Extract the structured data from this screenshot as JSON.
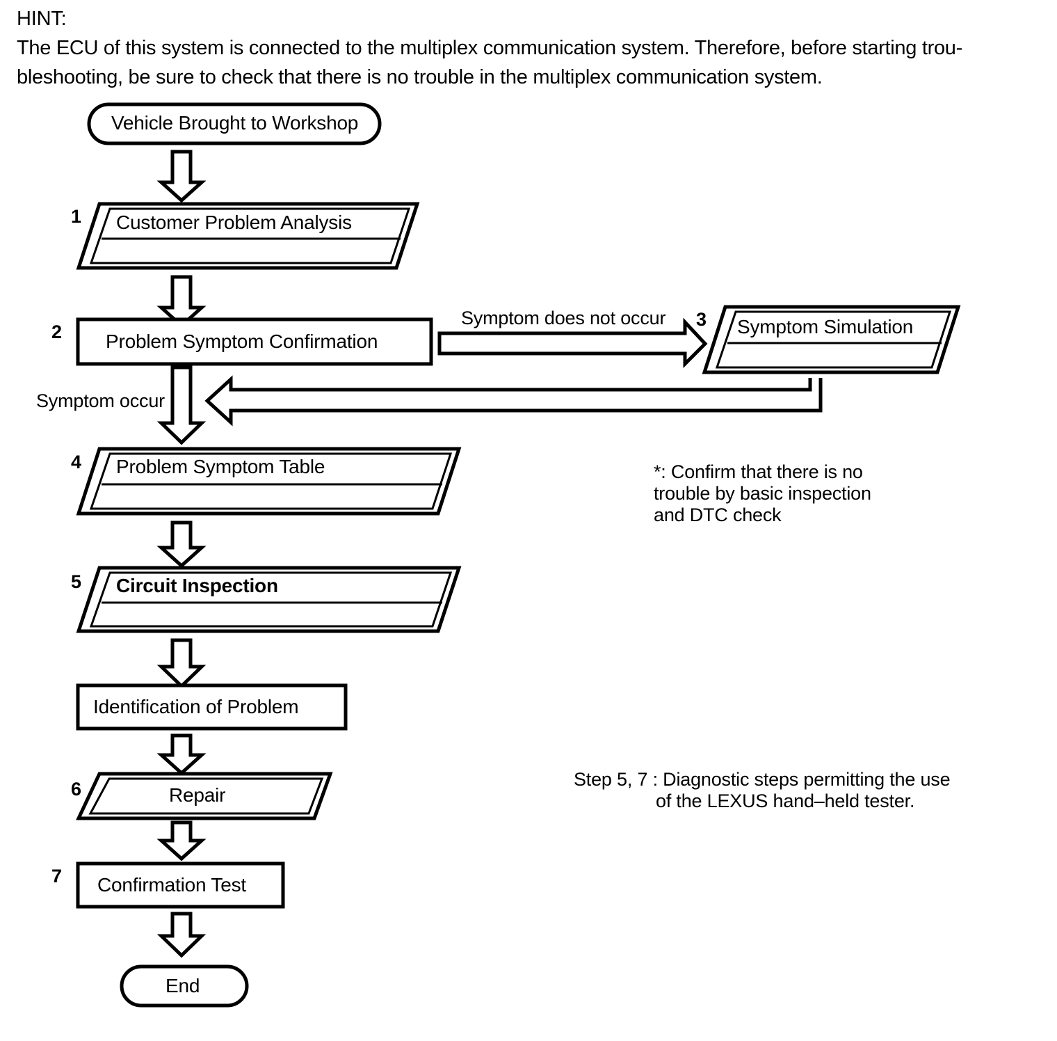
{
  "hint": {
    "label": "HINT:",
    "line1": "The ECU of this system is connected to the multiplex communication system. Therefore, before starting trou-",
    "line2": "bleshooting, be sure to check that there is no trouble in the multiplex communication system."
  },
  "flow": {
    "start": {
      "label": "Vehicle Brought to Workshop"
    },
    "end": {
      "label": "End"
    },
    "nodes": [
      {
        "num": "1",
        "label": "Customer Problem Analysis",
        "shape": "document-parallelogram"
      },
      {
        "num": "2",
        "label": "Problem Symptom Confirmation",
        "shape": "rectangle"
      },
      {
        "num": "3",
        "label": "Symptom Simulation",
        "shape": "document-parallelogram"
      },
      {
        "num": "4",
        "label": "Problem Symptom Table",
        "shape": "document-parallelogram"
      },
      {
        "num": "5",
        "label": "Circuit Inspection",
        "shape": "document-parallelogram"
      },
      {
        "num": "",
        "label": "Identification of Problem",
        "shape": "rectangle"
      },
      {
        "num": "6",
        "label": "Repair",
        "shape": "parallelogram"
      },
      {
        "num": "7",
        "label": "Confirmation Test",
        "shape": "rectangle"
      }
    ],
    "edges": [
      {
        "label": "Symptom does not occur",
        "direction": "right"
      },
      {
        "label": "Symptom occur",
        "direction": "down"
      }
    ]
  },
  "notes": {
    "asterisk": {
      "line1": "*: Confirm that there is no",
      "line2": "trouble by basic inspection",
      "line3": "and DTC check"
    },
    "steps": {
      "line1": "Step 5, 7 :  Diagnostic steps permitting the use",
      "line2": "of the LEXUS hand–held tester."
    }
  },
  "colors": {
    "ink": "#000000",
    "paper": "#ffffff"
  }
}
